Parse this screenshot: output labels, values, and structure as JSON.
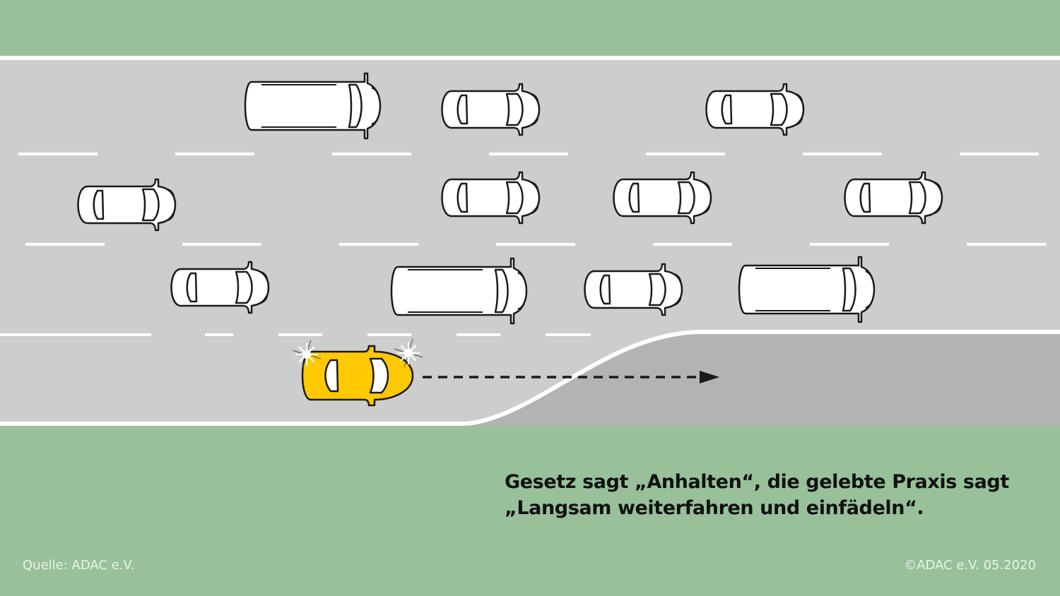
{
  "caption": {
    "line1": "Gesetz sagt „Anhalten“, die gelebte Praxis sagt",
    "line2": "„Langsam weiterfahren und einfädeln“."
  },
  "footer": {
    "source": "Quelle: ADAC e.V.",
    "copyright": "©ADAC e.V.  05.2020"
  },
  "colors": {
    "grass": "#98c19a",
    "road": "#cdcdcd",
    "shoulder_blocked": "#b3b3b3",
    "lane_marking": "#ffffff",
    "car_body": "#ffffff",
    "car_outline": "#1a1a1a",
    "highlight_car": "#ffc800"
  },
  "icons": {
    "traffic_car": "car-top-view-icon",
    "traffic_van": "van-top-view-icon",
    "hazard_lights": "sparkle-icon",
    "direction_arrow": "dashed-arrow-right-icon"
  }
}
